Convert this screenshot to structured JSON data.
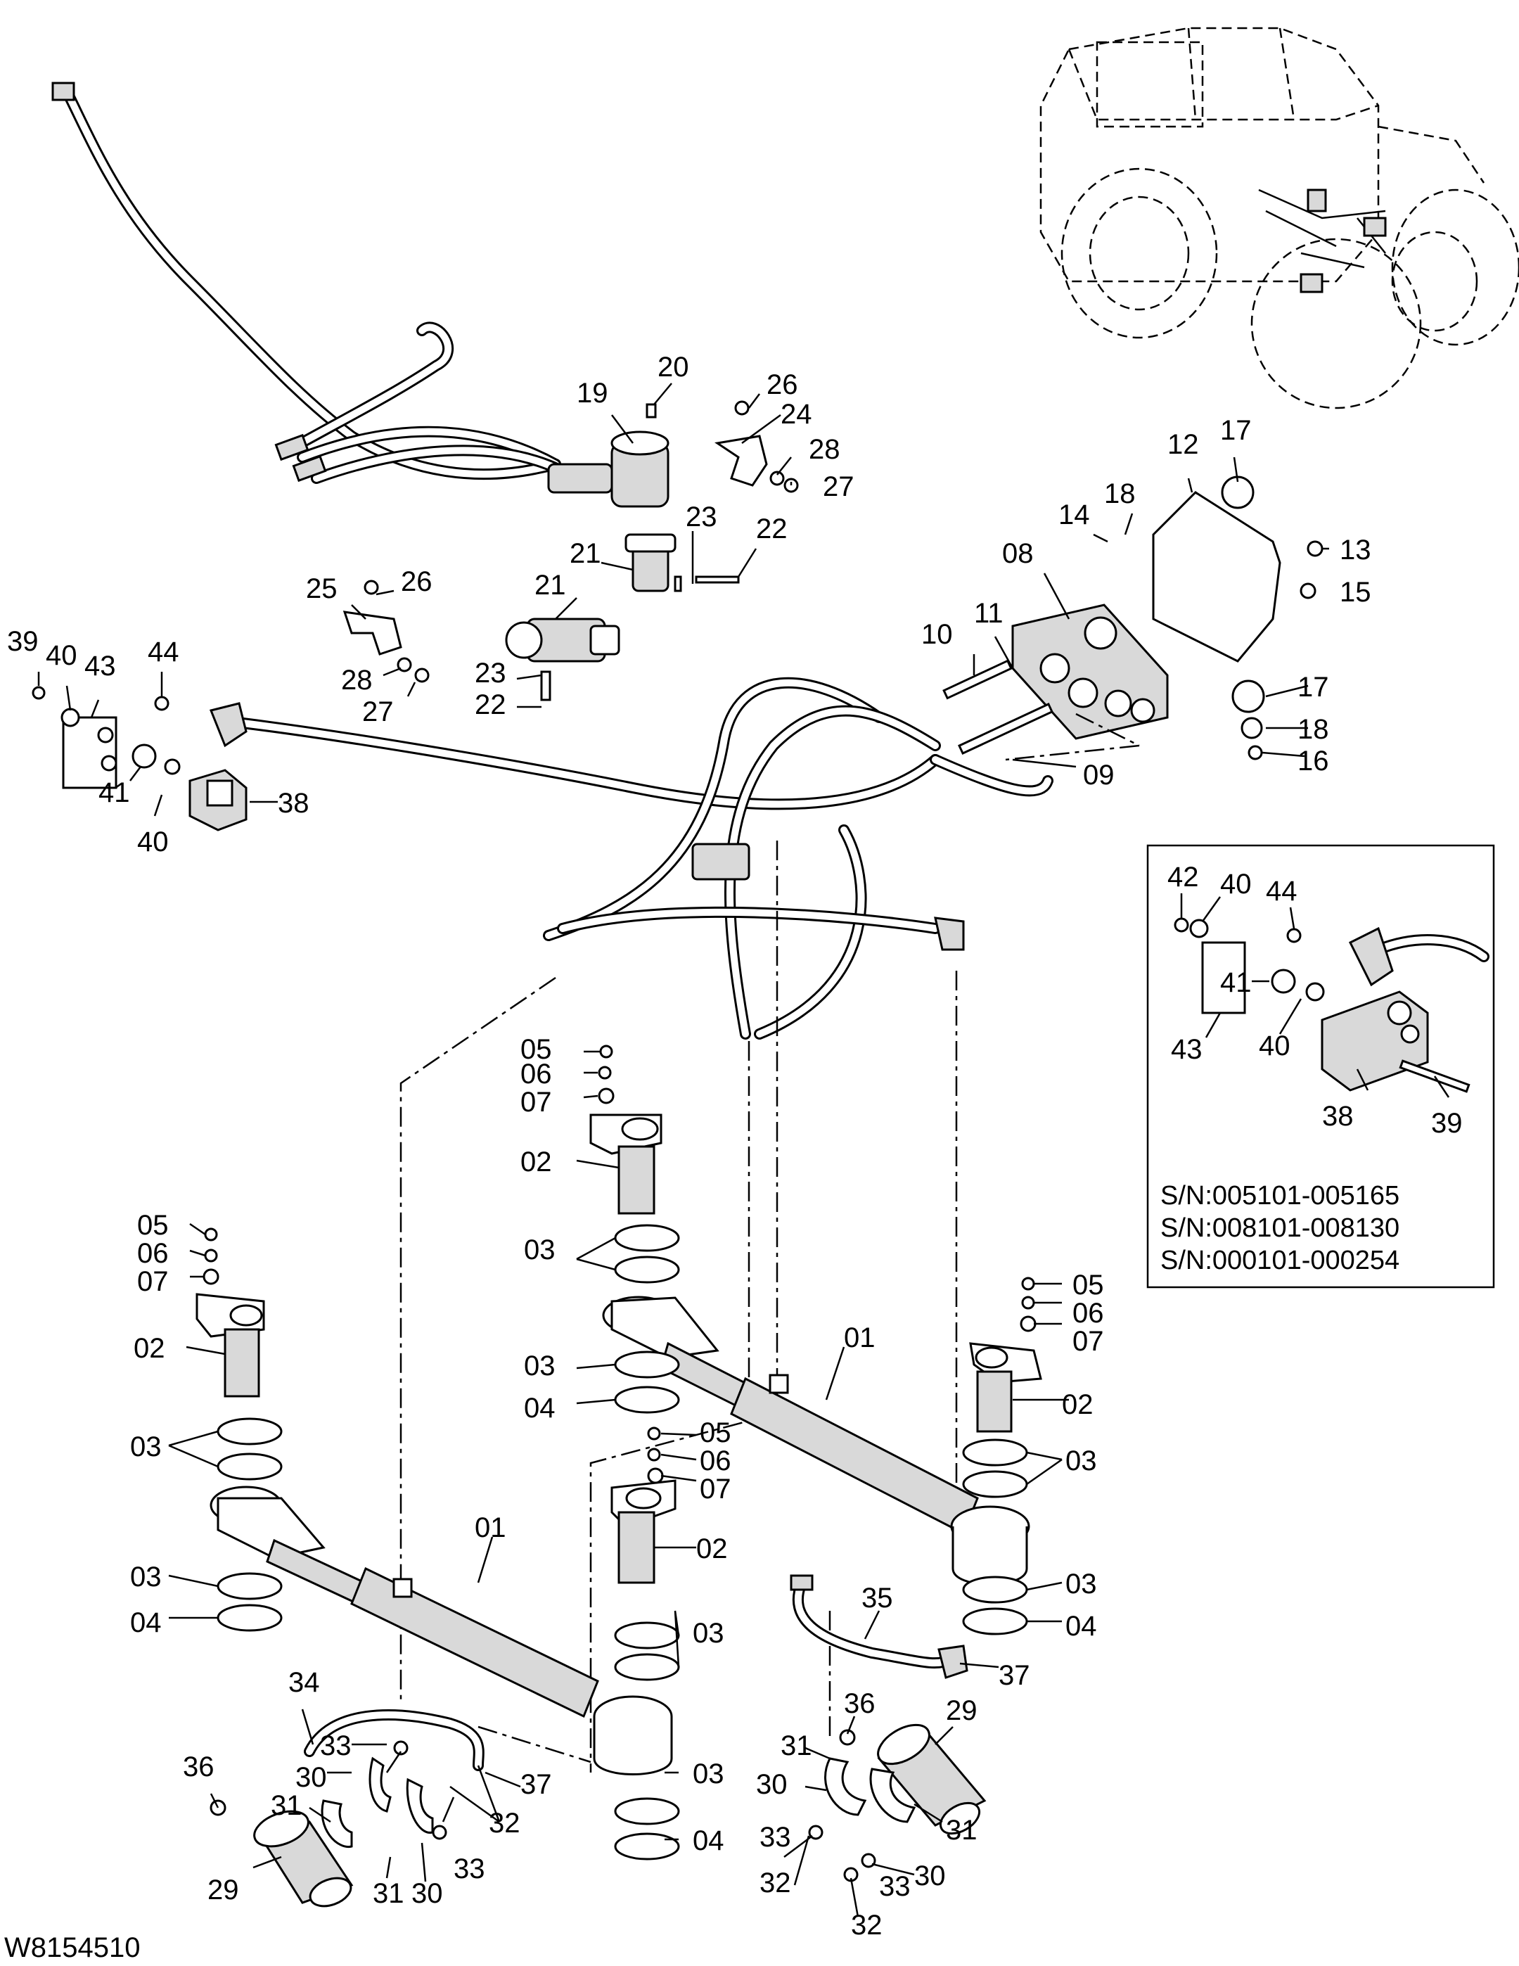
{
  "diagram": {
    "drawing_number": "W8154510",
    "inset_serials": [
      "S/N:005101-005165",
      "S/N:008101-008130",
      "S/N:000101-000254"
    ],
    "labels": [
      {
        "id": "l20",
        "text": "20"
      },
      {
        "id": "l19",
        "text": "19"
      },
      {
        "id": "l26a",
        "text": "26"
      },
      {
        "id": "l24",
        "text": "24"
      },
      {
        "id": "l28a",
        "text": "28"
      },
      {
        "id": "l27a",
        "text": "27"
      },
      {
        "id": "l23a",
        "text": "23"
      },
      {
        "id": "l22a",
        "text": "22"
      },
      {
        "id": "l21a",
        "text": "21"
      },
      {
        "id": "l21b",
        "text": "21"
      },
      {
        "id": "l23b",
        "text": "23"
      },
      {
        "id": "l22b",
        "text": "22"
      },
      {
        "id": "l25",
        "text": "25"
      },
      {
        "id": "l26b",
        "text": "26"
      },
      {
        "id": "l28b",
        "text": "28"
      },
      {
        "id": "l27b",
        "text": "27"
      },
      {
        "id": "l12",
        "text": "12"
      },
      {
        "id": "l17a",
        "text": "17"
      },
      {
        "id": "l18a",
        "text": "18"
      },
      {
        "id": "l14",
        "text": "14"
      },
      {
        "id": "l13",
        "text": "13"
      },
      {
        "id": "l15",
        "text": "15"
      },
      {
        "id": "l08",
        "text": "08"
      },
      {
        "id": "l10",
        "text": "10"
      },
      {
        "id": "l11",
        "text": "11"
      },
      {
        "id": "l17b",
        "text": "17"
      },
      {
        "id": "l18b",
        "text": "18"
      },
      {
        "id": "l16",
        "text": "16"
      },
      {
        "id": "l09",
        "text": "09"
      },
      {
        "id": "l39a",
        "text": "39"
      },
      {
        "id": "l40a",
        "text": "40"
      },
      {
        "id": "l43a",
        "text": "43"
      },
      {
        "id": "l44a",
        "text": "44"
      },
      {
        "id": "l41a",
        "text": "41"
      },
      {
        "id": "l40b",
        "text": "40"
      },
      {
        "id": "l38a",
        "text": "38"
      },
      {
        "id": "l42",
        "text": "42"
      },
      {
        "id": "l40c",
        "text": "40"
      },
      {
        "id": "l44b",
        "text": "44"
      },
      {
        "id": "l43b",
        "text": "43"
      },
      {
        "id": "l41b",
        "text": "41"
      },
      {
        "id": "l40d",
        "text": "40"
      },
      {
        "id": "l38b",
        "text": "38"
      },
      {
        "id": "l39b",
        "text": "39"
      },
      {
        "id": "l05a",
        "text": "05"
      },
      {
        "id": "l06a",
        "text": "06"
      },
      {
        "id": "l07a",
        "text": "07"
      },
      {
        "id": "l02a",
        "text": "02"
      },
      {
        "id": "l03a",
        "text": "03"
      },
      {
        "id": "l03b",
        "text": "03"
      },
      {
        "id": "l04a",
        "text": "04"
      },
      {
        "id": "l01a",
        "text": "01"
      },
      {
        "id": "l05b",
        "text": "05"
      },
      {
        "id": "l06b",
        "text": "06"
      },
      {
        "id": "l07b",
        "text": "07"
      },
      {
        "id": "l02b",
        "text": "02"
      },
      {
        "id": "l03c",
        "text": "03"
      },
      {
        "id": "l03d",
        "text": "03"
      },
      {
        "id": "l04b",
        "text": "04"
      },
      {
        "id": "l05c",
        "text": "05"
      },
      {
        "id": "l06c",
        "text": "06"
      },
      {
        "id": "l07c",
        "text": "07"
      },
      {
        "id": "l02c",
        "text": "02"
      },
      {
        "id": "l03e",
        "text": "03"
      },
      {
        "id": "l03f",
        "text": "03"
      },
      {
        "id": "l04c",
        "text": "04"
      },
      {
        "id": "l05d",
        "text": "05"
      },
      {
        "id": "l06d",
        "text": "06"
      },
      {
        "id": "l07d",
        "text": "07"
      },
      {
        "id": "l02d",
        "text": "02"
      },
      {
        "id": "l03g",
        "text": "03"
      },
      {
        "id": "l03h",
        "text": "03"
      },
      {
        "id": "l04d",
        "text": "04"
      },
      {
        "id": "l01b",
        "text": "01"
      },
      {
        "id": "l35",
        "text": "35"
      },
      {
        "id": "l37a",
        "text": "37"
      },
      {
        "id": "l36a",
        "text": "36"
      },
      {
        "id": "l29a",
        "text": "29"
      },
      {
        "id": "l31a",
        "text": "31"
      },
      {
        "id": "l30a",
        "text": "30"
      },
      {
        "id": "l31b",
        "text": "31"
      },
      {
        "id": "l33a",
        "text": "33"
      },
      {
        "id": "l30b",
        "text": "30"
      },
      {
        "id": "l33b",
        "text": "33"
      },
      {
        "id": "l32a",
        "text": "32"
      },
      {
        "id": "l32b",
        "text": "32"
      },
      {
        "id": "l34",
        "text": "34"
      },
      {
        "id": "l33c",
        "text": "33"
      },
      {
        "id": "l30c",
        "text": "30"
      },
      {
        "id": "l32c",
        "text": "32"
      },
      {
        "id": "l37b",
        "text": "37"
      },
      {
        "id": "l36b",
        "text": "36"
      },
      {
        "id": "l31c",
        "text": "31"
      },
      {
        "id": "l31d",
        "text": "31"
      },
      {
        "id": "l30d",
        "text": "30"
      },
      {
        "id": "l33d",
        "text": "33"
      },
      {
        "id": "l29b",
        "text": "29"
      }
    ]
  }
}
